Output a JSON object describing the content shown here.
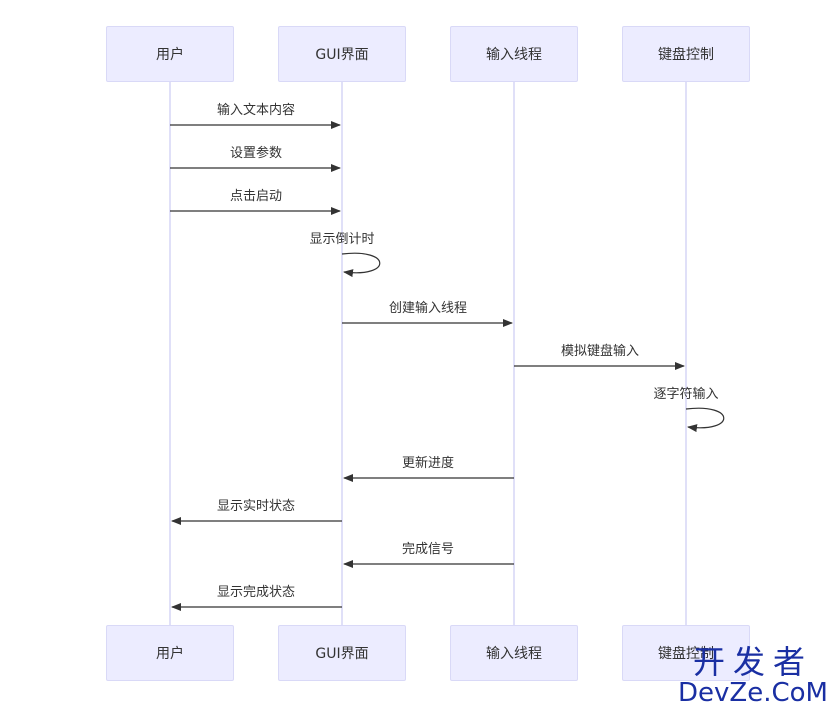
{
  "participants": {
    "user": "用户",
    "gui": "GUI界面",
    "input_thread": "输入线程",
    "keyboard": "键盘控制"
  },
  "messages": [
    "输入文本内容",
    "设置参数",
    "点击启动",
    "显示倒计时",
    "创建输入线程",
    "模拟键盘输入",
    "逐字符输入",
    "更新进度",
    "显示实时状态",
    "完成信号",
    "显示完成状态"
  ],
  "watermark": {
    "cn": "开发者",
    "en": "DevZe.CoM"
  },
  "colors": {
    "actor_fill": "#ececff",
    "actor_border": "#d9d9f7",
    "lifeline": "#d6d6f5",
    "arrow": "#333333",
    "watermark": "#1a2fa3"
  }
}
